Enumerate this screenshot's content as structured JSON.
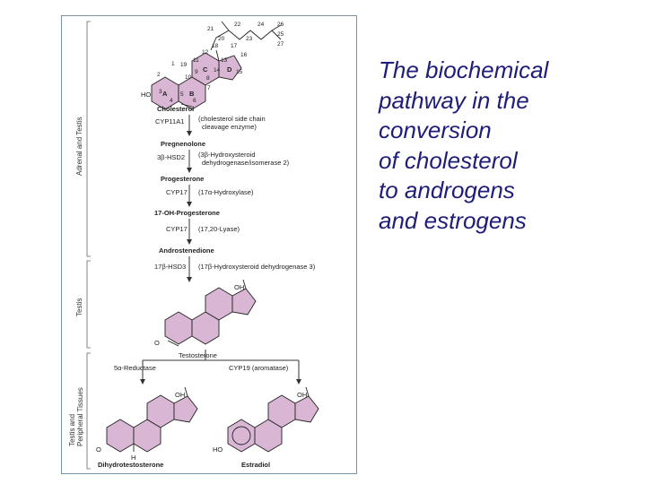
{
  "caption": {
    "lines": [
      "The biochemical",
      "pathway in the",
      "conversion",
      "of cholesterol",
      "to androgens",
      "and estrogens"
    ]
  },
  "figure": {
    "sections": [
      "Adrenal and Testis",
      "Testis",
      "Testis and Peripheral Tissues"
    ],
    "atom_numbers": {
      "n21": "21",
      "n22": "22",
      "n24": "24",
      "n26": "26",
      "n20": "20",
      "n23": "23",
      "n25": "25",
      "n27": "27",
      "n18": "18",
      "n17": "17",
      "n12": "12",
      "n16": "16",
      "n11": "11",
      "n13": "13",
      "n1": "1",
      "n19": "19",
      "n9": "9",
      "n14": "14",
      "n15": "15",
      "n2": "2",
      "n10": "10",
      "n8": "8",
      "n3": "3",
      "n7": "7",
      "n4": "4",
      "n5": "5",
      "n6": "6"
    },
    "ring_labels": {
      "a": "A",
      "b": "B",
      "c": "C",
      "d": "D"
    },
    "groups": {
      "ho_chol": "HO",
      "oh_test": "OH",
      "o_test": "O",
      "oh_dht": "OH",
      "o_dht": "O",
      "h_dht": "H",
      "oh_est": "OH",
      "ho_est": "HO"
    },
    "steps": {
      "cholesterol": "Cholesterol",
      "enzyme1": "CYP11A1",
      "enzyme1_desc_1": "(cholesterol side chain",
      "enzyme1_desc_2": "cleavage enzyme)",
      "pregnenolone": "Pregnenolone",
      "enzyme2": "3β-HSD2",
      "enzyme2_desc_1": "(3β-Hydroxysteroid",
      "enzyme2_desc_2": "dehydrogenase/isomerase 2)",
      "progesterone": "Progesterone",
      "enzyme3": "CYP17",
      "enzyme3_desc": "(17α-Hydroxylase)",
      "oh_progesterone": "17-OH-Progesterone",
      "enzyme4": "CYP17",
      "enzyme4_desc": "(17,20-Lyase)",
      "androstenedione": "Androstenedione",
      "enzyme5": "17β-HSD3",
      "enzyme5_desc": "(17β-Hydroxysteroid dehydrogenase 3)",
      "testosterone": "Testosterone",
      "enzyme6": "5α-Reductase",
      "enzyme7": "CYP19 (aromatase)",
      "dht": "Dihydrotestosterone",
      "estradiol": "Estradiol"
    },
    "colors": {
      "ring_fill": "#d9b6d3",
      "ring_stroke": "#222222",
      "frame": "#7a92a8",
      "caption": "#1e1e78"
    }
  }
}
